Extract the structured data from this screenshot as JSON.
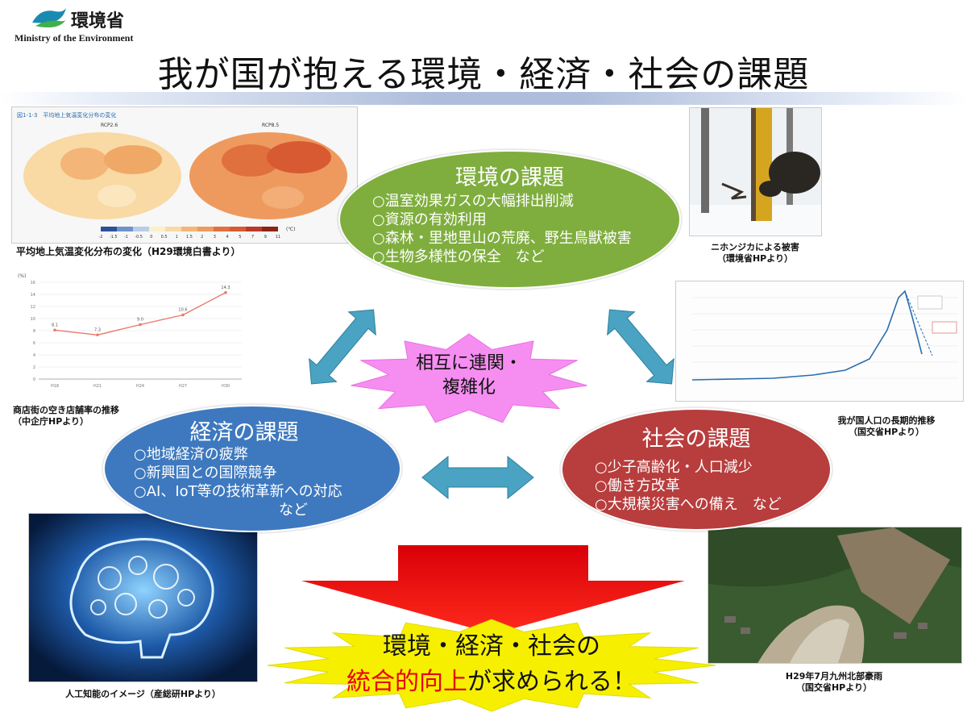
{
  "header": {
    "org_ja": "環境省",
    "org_en": "Ministry of the Environment",
    "title": "我が国が抱える環境・経済・社会の課題",
    "logo_icon": "leaf-wave-icon"
  },
  "colors": {
    "environment": "#7fae3e",
    "economy": "#3e79bf",
    "society": "#b83d3d",
    "arrow_teal": "#4aa3c2",
    "center_burst": "#f58ef0",
    "down_arrow": "#e8000b",
    "bottom_burst": "#f6f000",
    "emphasis": "#e8000b"
  },
  "environment": {
    "title": "環境の課題",
    "items": [
      "○温室効果ガスの大幅排出削減",
      "○資源の有効利用",
      "○森林・里地里山の荒廃、野生鳥獣被害",
      "○生物多様性の保全　など"
    ]
  },
  "economy": {
    "title": "経済の課題",
    "items": [
      "○地域経済の疲弊",
      "○新興国との国際競争",
      "○AI、IoT等の技術革新への対応",
      "　　　　　　　　　　など"
    ]
  },
  "society": {
    "title": "社会の課題",
    "items": [
      "○少子高齢化・人口減少",
      "○働き方改革",
      "○大規模災害への備え　など"
    ]
  },
  "center": {
    "line1": "相互に連関・",
    "line2": "複雑化"
  },
  "conclusion": {
    "line1": "環境・経済・社会の",
    "emphasis": "統合的向上",
    "rest": "が求められる！"
  },
  "images": {
    "map_caption": "平均地上気温変化分布の変化（H29環境白書より）",
    "line_caption_1": "商店街の空き店舗率の推移",
    "line_caption_2": "（中企庁HPより）",
    "deer_caption_1": "ニホンジカによる被害",
    "deer_caption_2": "（環境省HPより）",
    "pop_caption_1": "我が国人口の長期的推移",
    "pop_caption_2": "（国交省HPより）",
    "ai_caption": "人工知能のイメージ（産総研HPより）",
    "flood_caption_1": "H29年7月九州北部豪雨",
    "flood_caption_2": "（国交省HPより）"
  },
  "map_figure": {
    "panel_title": "図1-1-3　平均地上気温変化分布の変化",
    "left_label": "RCP2.6",
    "right_label": "RCP8.5",
    "legend_ticks": [
      "-2",
      "-1.5",
      "-1",
      "-0.5",
      "0",
      "0.5",
      "1",
      "1.5",
      "2",
      "3",
      "4",
      "5",
      "7",
      "9",
      "11"
    ],
    "legend_unit": "(℃)"
  },
  "chart_data": {
    "type": "line",
    "title": "",
    "xlabel": "",
    "ylabel": "(%)",
    "x": [
      "H18",
      "H21",
      "H24",
      "H27",
      "H30"
    ],
    "values": [
      8.1,
      7.3,
      9.0,
      10.6,
      14.3
    ],
    "ylim": [
      0,
      16
    ],
    "grid": true,
    "point_labels": [
      "8.1",
      "7.3",
      "9.0",
      "10.6",
      "14.3"
    ]
  }
}
